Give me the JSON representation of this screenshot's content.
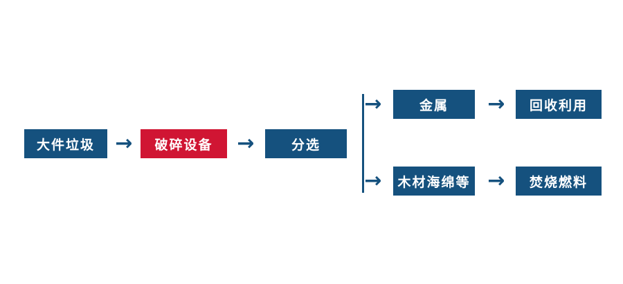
{
  "diagram": {
    "type": "flowchart",
    "arrow_glyph": "→",
    "colors": {
      "node_blue": "#15517E",
      "node_red": "#D01533",
      "arrow_blue": "#15517E",
      "text": "#FFFFFF"
    },
    "nodes": {
      "bulky_waste": "大件垃圾",
      "crusher": "破碎设备",
      "sorting": "分选",
      "metal": "金属",
      "recycling": "回收利用",
      "wood_sponge": "木材海绵等",
      "incineration_fuel": "焚烧燃料"
    },
    "edges": [
      {
        "from": "bulky_waste",
        "to": "crusher"
      },
      {
        "from": "crusher",
        "to": "sorting"
      },
      {
        "from": "sorting",
        "to": "metal"
      },
      {
        "from": "sorting",
        "to": "wood_sponge"
      },
      {
        "from": "metal",
        "to": "recycling"
      },
      {
        "from": "wood_sponge",
        "to": "incineration_fuel"
      }
    ]
  }
}
